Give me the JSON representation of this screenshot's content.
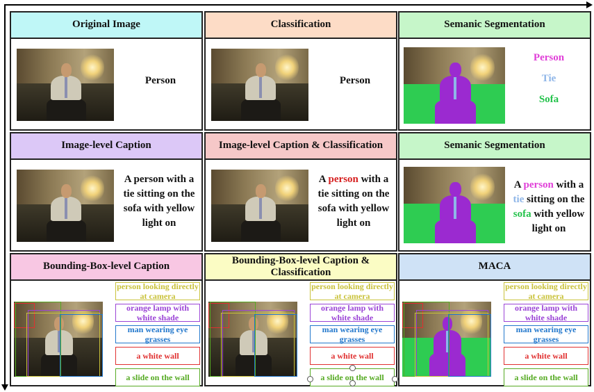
{
  "colors": {
    "header_cyan": "#bff7f7",
    "header_peach": "#fddcc6",
    "header_green": "#c6f6c9",
    "header_lavender": "#dcc8f7",
    "header_pink": "#f6c8c8",
    "header_rose": "#f8c7e3",
    "header_yellow": "#fbfcc4",
    "header_blue": "#cfe2f6",
    "item_yellow": "#c9c23a",
    "item_purple": "#9b44d6",
    "item_blue": "#2277cc",
    "item_red": "#e03030",
    "item_green": "#55aa22"
  },
  "panels": {
    "original": {
      "title": "Original Image",
      "label": "Person"
    },
    "classification": {
      "title": "Classification",
      "label": "Person"
    },
    "segmentation": {
      "title": "Semanic Segmentation",
      "labels": [
        "Person",
        "Tie",
        "Sofa"
      ]
    },
    "image_caption": {
      "title": "Image-level Caption",
      "lines": [
        "A person with a",
        "tie sitting on the",
        "sofa with yellow",
        "light on"
      ]
    },
    "image_caption_cls": {
      "title": "Image-level Caption & Classification",
      "line1_pre": "A ",
      "line1_word": "person",
      "line1_post": " with a",
      "lines_rest": [
        "tie sitting on the",
        "sofa with yellow",
        "light on"
      ]
    },
    "segmentation_caption": {
      "title": "Semanic Segmentation",
      "line1_pre": "A ",
      "line1_word": "person",
      "line1_post": " with a",
      "line2_word": "tie",
      "line2_post": " sitting on the",
      "line3_word": "sofa",
      "line3_post": " with yellow",
      "line4": "light on"
    },
    "bbox_caption": {
      "title": "Bounding-Box-level Caption"
    },
    "bbox_caption_cls": {
      "title": "Bounding-Box-level Caption & Classification"
    },
    "maca": {
      "title": "MACA"
    }
  },
  "bbox_items": [
    {
      "text": "person looking directly at camera",
      "color": "item_yellow"
    },
    {
      "text": "orange lamp with white shade",
      "color": "item_purple"
    },
    {
      "text": "man wearing eye grasses",
      "color": "item_blue"
    },
    {
      "text": "a white wall",
      "color": "item_red"
    },
    {
      "text": "a slide on the wall",
      "color": "item_green"
    }
  ]
}
